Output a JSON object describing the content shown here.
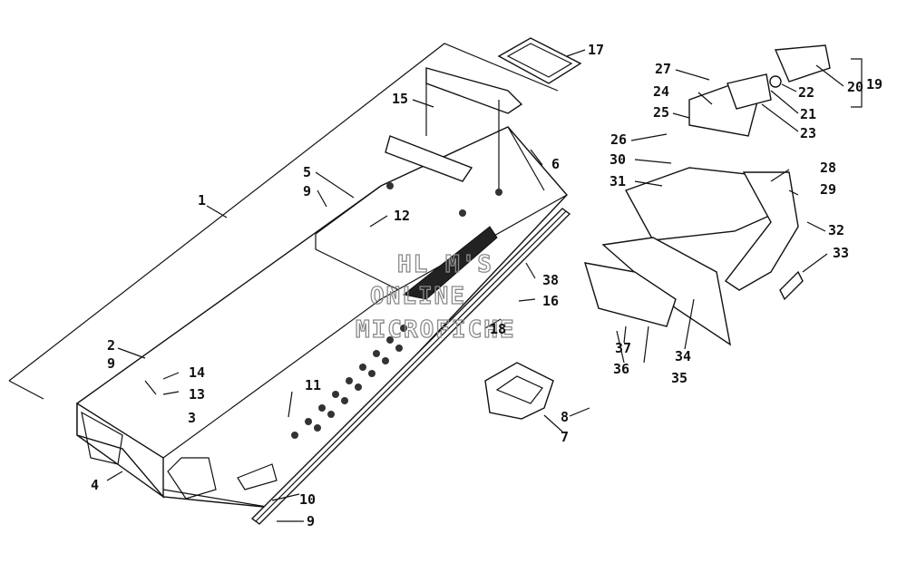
{
  "diagram": {
    "callouts": {
      "c1": "1",
      "c2": "2",
      "c3": "3",
      "c4": "4",
      "c5": "5",
      "c6": "6",
      "c7": "7",
      "c8": "8",
      "c9a": "9",
      "c9b": "9",
      "c9c": "9",
      "c10": "10",
      "c11": "11",
      "c12": "12",
      "c13": "13",
      "c14": "14",
      "c15": "15",
      "c16": "16",
      "c17": "17",
      "c18": "18",
      "c19": "19",
      "c20": "20",
      "c21": "21",
      "c22": "22",
      "c23": "23",
      "c24": "24",
      "c25": "25",
      "c26": "26",
      "c27": "27",
      "c28": "28",
      "c29": "29",
      "c30": "30",
      "c31": "31",
      "c32": "32",
      "c33": "33",
      "c34": "34",
      "c35": "35",
      "c36": "36",
      "c37": "37",
      "c38": "38"
    },
    "watermark": [
      "HL M'S",
      "ONLINE",
      "MICROFICHE"
    ]
  }
}
